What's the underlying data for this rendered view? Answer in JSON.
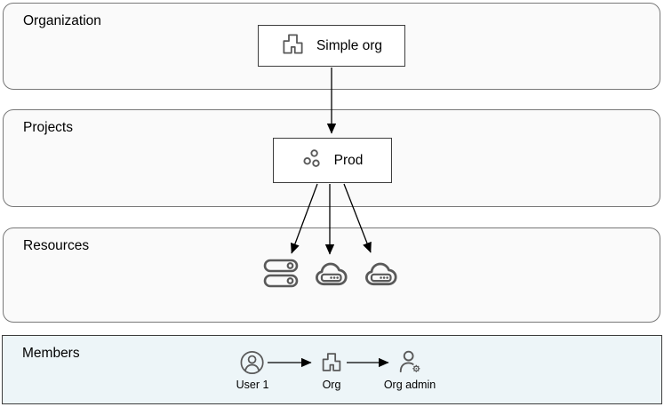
{
  "sections": {
    "organization": {
      "label": "Organization"
    },
    "projects": {
      "label": "Projects"
    },
    "resources": {
      "label": "Resources"
    },
    "members": {
      "label": "Members"
    }
  },
  "nodes": {
    "organization": {
      "label": "Simple org",
      "icon": "building-icon"
    },
    "project": {
      "label": "Prod",
      "icon": "project-dots-icon"
    }
  },
  "resources": {
    "items": [
      {
        "icon": "vm-server-icon"
      },
      {
        "icon": "cloud-service-icon"
      },
      {
        "icon": "cloud-service-icon"
      }
    ]
  },
  "members": {
    "flow": [
      {
        "label": "User 1",
        "icon": "user-icon"
      },
      {
        "label": "Org",
        "icon": "building-icon"
      },
      {
        "label": "Org admin",
        "icon": "user-gear-icon"
      }
    ]
  },
  "colors": {
    "section_fill": "#fafafa",
    "section_border": "#787878",
    "members_fill": "#edf5f8",
    "dark_border": "#3d3d3d",
    "icon_stroke": "#595959",
    "arrow": "#000000",
    "text": "#000000"
  }
}
